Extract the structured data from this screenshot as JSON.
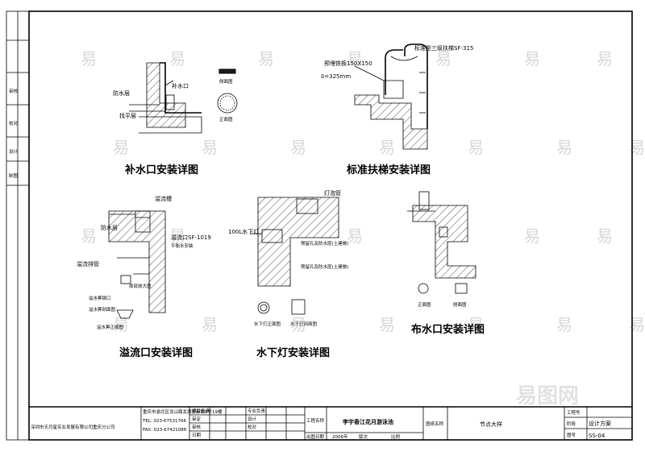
{
  "watermark": "易",
  "watermark_logo": "易图网",
  "left_strip": [
    "审核",
    "校对",
    "设计",
    "制图"
  ],
  "details": [
    {
      "title": "补水口安装详图",
      "labels": [
        "补水口",
        "防水层",
        "找平层",
        "侧面图",
        "正面图"
      ]
    },
    {
      "title": "标准扶梯安装详图",
      "labels": [
        "标准型三级扶梯SF-315",
        "预埋铁板150X150",
        "δ=325mm"
      ]
    },
    {
      "title": "溢流口安装详图",
      "labels": [
        "溢流槽",
        "防水层",
        "溢流口SF-1019",
        "平衡水安装",
        "溢流排管",
        "溢水箅钢口",
        "溢水箅正面图",
        "溢水箅剖面图",
        "局部放大图"
      ]
    },
    {
      "title": "水下灯安装详图",
      "labels": [
        "灯泡管",
        "100L水下灯",
        "预留孔及防水层(土建做)",
        "预留孔及防水层(土建做)",
        "水下灯正面图",
        "水下灯剖面图"
      ]
    },
    {
      "title": "布水口安装详图",
      "labels": [
        "正面图",
        "侧面图"
      ]
    }
  ],
  "title_block": {
    "company": "深圳市天月星实业发展有限公司重庆分公司",
    "address": "重庆市渝北区龙山路龙湖紫都城9号19楼",
    "tel": "TEL: 023-67531766",
    "fax": "FAX: 023-67421088",
    "roles": [
      "项目负责",
      "专业负责",
      "审定",
      "设计",
      "审核",
      "校对",
      "日期"
    ],
    "project_label": "工程名称",
    "project_name": "李宇香江花月游泳池",
    "drawing_label": "图纸名称",
    "drawing_name": "节点大样",
    "date_label": "出图日期",
    "date_value": "2006年",
    "version_label": "版次",
    "scale_label": "比例",
    "job_no_label": "工程号",
    "stage_label": "阶段",
    "stage_value": "设计方案",
    "sheet_no_label": "图号",
    "sheet_no": "SS-04"
  }
}
